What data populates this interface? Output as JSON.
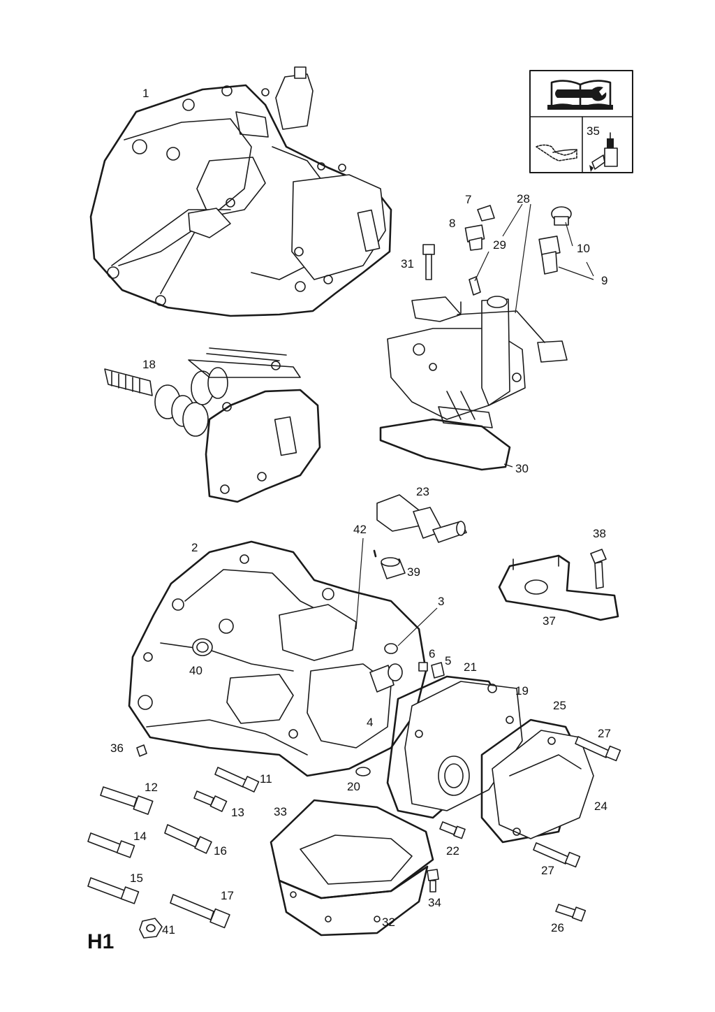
{
  "page_code": "H1",
  "callouts": {
    "c1": "1",
    "c2": "2",
    "c3": "3",
    "c4": "4",
    "c5": "5",
    "c6": "6",
    "c7": "7",
    "c8": "8",
    "c9": "9",
    "c10": "10",
    "c11": "11",
    "c12": "12",
    "c13": "13",
    "c14": "14",
    "c15": "15",
    "c16": "16",
    "c17": "17",
    "c18": "18",
    "c19": "19",
    "c20": "20",
    "c21": "21",
    "c22": "22",
    "c23": "23",
    "c24": "24",
    "c25": "25",
    "c26": "26",
    "c27a": "27",
    "c27b": "27",
    "c28": "28",
    "c29": "29",
    "c30": "30",
    "c31": "31",
    "c32": "32",
    "c33": "33",
    "c34": "34",
    "c35": "35",
    "c36": "36",
    "c37": "37",
    "c38": "38",
    "c39": "39",
    "c40": "40",
    "c41": "41",
    "c42": "42"
  },
  "icons": {
    "manual": "book-wrench-icon",
    "sealant": "sealant-bead-icon",
    "adhesive": "adhesive-tube-icon"
  }
}
